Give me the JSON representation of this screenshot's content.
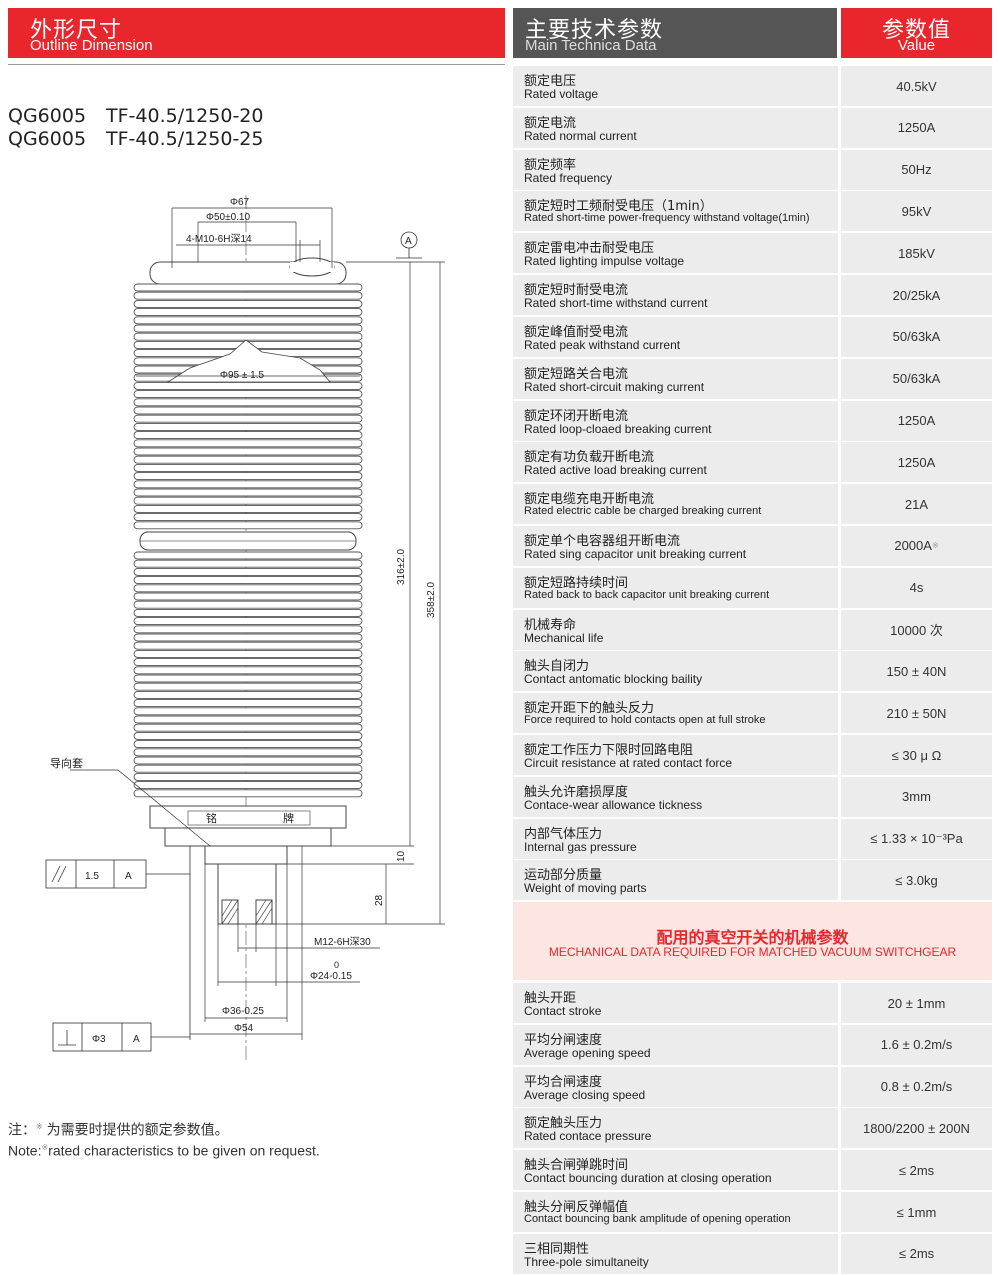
{
  "left_header": {
    "zh": "外形尺寸",
    "en": "Outline Dimension"
  },
  "models": [
    {
      "code": "QG6005",
      "spec": "TF-40.5/1250-20"
    },
    {
      "code": "QG6005",
      "spec": "TF-40.5/1250-25"
    }
  ],
  "drawing": {
    "phi67": "Φ67",
    "phi50": "Φ50±0.10",
    "thread_top": "4-M10-6H深14",
    "datum_a": "A",
    "phi95": "Φ95 ± 1.5",
    "dim316": "316±2.0",
    "dim358": "358±2.0",
    "guide_sleeve": "导向套",
    "nameplate_1": "铭",
    "nameplate_2": "牌",
    "dim10": "10",
    "dim28": "28",
    "tol_1_5": "1.5",
    "tol_A": "A",
    "thread_bottom": "M12-6H深30",
    "phi24_upper": "0",
    "phi24": "Φ24-0.15",
    "phi36": "Φ36-0.25",
    "phi54": "Φ54",
    "tol_phi3": "Φ3",
    "tol_A2": "A"
  },
  "note": {
    "zh_prefix": "注：",
    "zh_text": " 为需要时提供的额定参数值。",
    "en_prefix": "Note:",
    "en_text": "rated characteristics to be given on request.",
    "mark": "※"
  },
  "table_header": {
    "left_zh": "主要技术参数",
    "left_en": "Main Technica Data",
    "right_zh": "参数值",
    "right_en": "Value"
  },
  "rows": [
    {
      "zh": "额定电压",
      "en": "Rated voltage",
      "value": "40.5kV"
    },
    {
      "zh": "额定电流",
      "en": "Rated normal current",
      "value": "1250A"
    },
    {
      "zh": "额定频率",
      "en": "Rated frequency",
      "value": "50Hz"
    },
    {
      "zh": "额定短时工频耐受电压（1min）",
      "en": "Rated short-time power-frequency withstand voltage(1min)",
      "value": "95kV"
    },
    {
      "zh": "额定雷电冲击耐受电压",
      "en": "Rated lighting impulse voltage",
      "value": "185kV"
    },
    {
      "zh": "额定短时耐受电流",
      "en": "Rated short-time  withstand current",
      "value": "20/25kA"
    },
    {
      "zh": "额定峰值耐受电流",
      "en": "Rated peak withstand current",
      "value": "50/63kA"
    },
    {
      "zh": "额定短路关合电流",
      "en": "Rated short-circuit making current",
      "value": "50/63kA"
    },
    {
      "zh": "额定环闭开断电流",
      "en": "Rated loop-cloaed breaking  current",
      "value": "1250A"
    },
    {
      "zh": "额定有功负载开断电流",
      "en": "Rated active load breaking current",
      "value": "1250A"
    },
    {
      "zh": "额定电缆充电开断电流",
      "en": "Rated electric cable be charged breaking current",
      "value": "21A"
    },
    {
      "zh": "额定单个电容器组开断电流",
      "en": "Rated sing capacitor unit breaking current",
      "value": "2000A",
      "mark": "※"
    },
    {
      "zh": "额定短路持续时间",
      "en": "Rated back to back capacitor unit breaking current",
      "value": "4s"
    },
    {
      "zh": "机械寿命",
      "en": "Mechanical life",
      "value": "10000 次"
    },
    {
      "zh": "触头自闭力",
      "en": "Contact antomatic blocking baility",
      "value": "150 ± 40N"
    },
    {
      "zh": "额定开距下的触头反力",
      "en": "Force required to hold contacts open at full stroke",
      "value": "210 ± 50N"
    },
    {
      "zh": "额定工作压力下限时回路电阻",
      "en": "Circuit resistance at rated contact force",
      "value": "≤ 30 μ Ω"
    },
    {
      "zh": "触头允许磨损厚度",
      "en": "Contace-wear allowance tickness",
      "value": "3mm"
    },
    {
      "zh": "内部气体压力",
      "en": "Internal gas pressure",
      "value": "≤ 1.33 × 10⁻³Pa"
    },
    {
      "zh": "运动部分质量",
      "en": "Weight of moving parts",
      "value": "≤ 3.0kg"
    }
  ],
  "mech_header": {
    "zh": "配用的真空开关的机械参数",
    "en": "MECHANICAL DATA REQUIRED FOR MATCHED VACUUM SWITCHGEAR"
  },
  "mech_rows": [
    {
      "zh": "触头开距",
      "en": "Contact stroke",
      "value": "20 ± 1mm"
    },
    {
      "zh": "平均分闸速度",
      "en": "Average opening speed",
      "value": "1.6 ± 0.2m/s"
    },
    {
      "zh": "平均合闸速度",
      "en": "Average closing speed",
      "value": "0.8 ± 0.2m/s"
    },
    {
      "zh": "额定触头压力",
      "en": "Rated contace pressure",
      "value": "1800/2200  ± 200N"
    },
    {
      "zh": "触头合闸弹跳时间",
      "en": "Contact bouncing duration at closing operation",
      "value": "≤ 2ms"
    },
    {
      "zh": "触头分闸反弹幅值",
      "en": "Contact bouncing bank amplitude of opening operation",
      "value": "≤ 1mm"
    },
    {
      "zh": "三相同期性",
      "en": "Three-pole simultaneity",
      "value": "≤ 2ms"
    }
  ],
  "colors": {
    "accent": "#e8262c",
    "header_gray": "#555555",
    "cell_bg": "#ececec",
    "mech_bg": "#fde5e2"
  }
}
